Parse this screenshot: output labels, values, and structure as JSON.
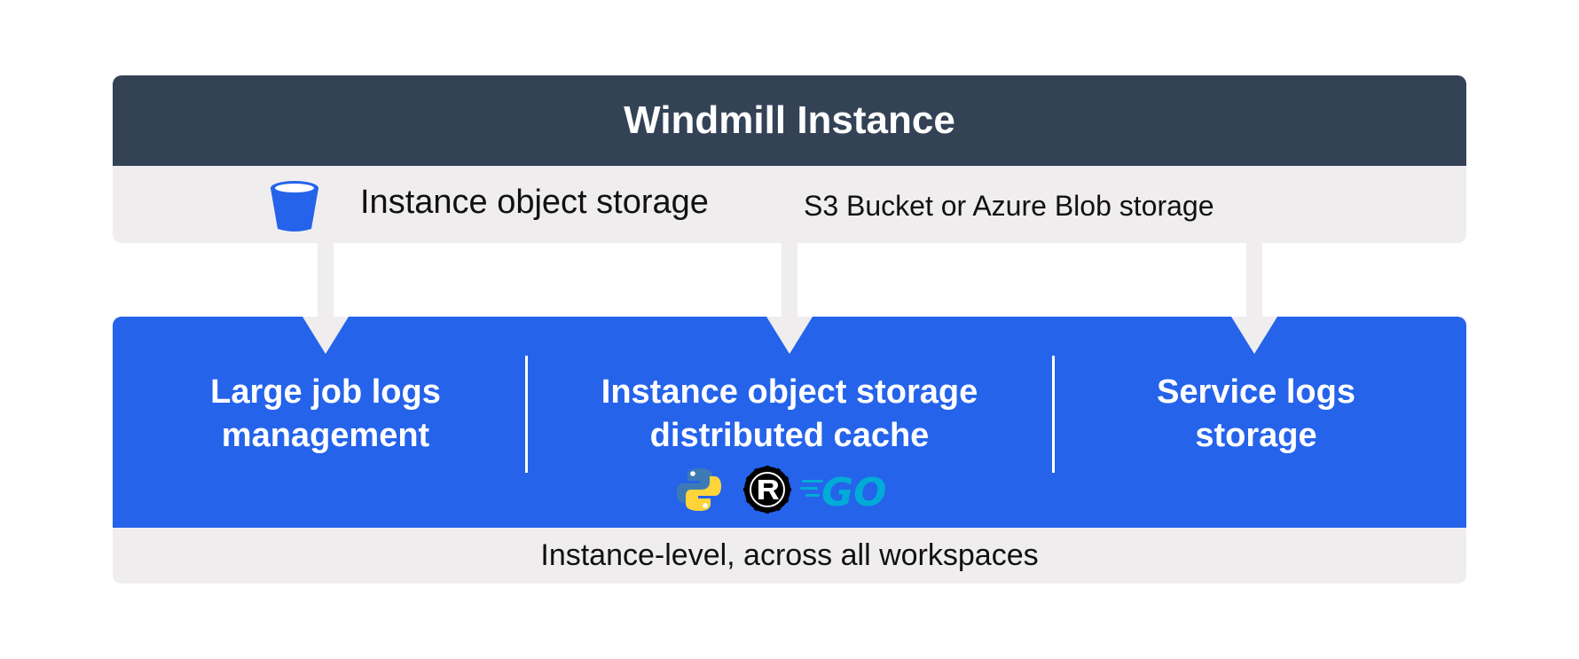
{
  "header": {
    "title": "Windmill Instance"
  },
  "storage": {
    "title": "Instance object storage",
    "subtitle": "S3 Bucket or Azure Blob storage",
    "icon": "bucket-icon"
  },
  "features": [
    {
      "line1": "Large job logs",
      "line2": "management"
    },
    {
      "line1": "Instance object storage",
      "line2": "distributed cache",
      "language_icons": [
        "python-icon",
        "rust-icon",
        "go-icon"
      ]
    },
    {
      "line1": "Service logs",
      "line2": "storage"
    }
  ],
  "footer": {
    "label": "Instance-level, across all workspaces"
  },
  "colors": {
    "header_bg": "#344256",
    "panel_bg": "#efedee",
    "accent_blue": "#2563ea",
    "python_blue": "#3d7ab5",
    "python_yellow": "#ffd43b",
    "go_cyan": "#00acd7"
  }
}
